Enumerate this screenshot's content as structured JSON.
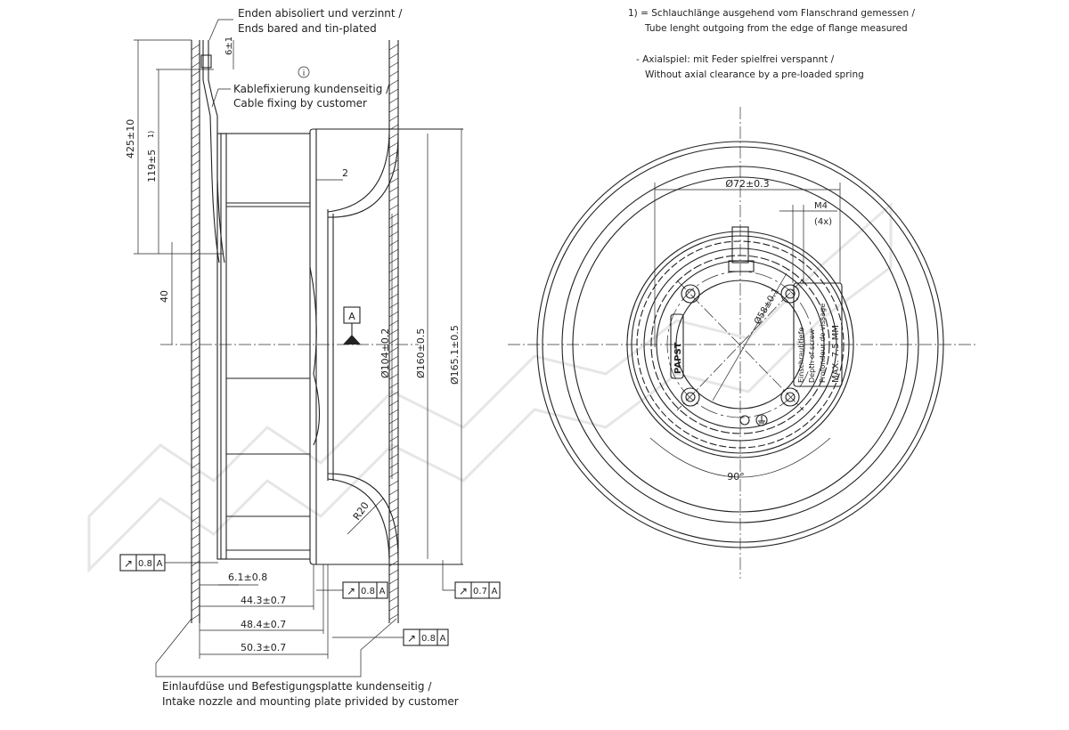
{
  "notes": {
    "cable_ends": [
      "Enden abisoliert und verzinnt /",
      "Ends bared and tin-plated"
    ],
    "info_symbol": "i",
    "cable_fixing": [
      "Kablefixierung kundenseitig /",
      "Cable fixing by customer"
    ],
    "footnote_1": [
      "1) = Schlauchlänge ausgehend vom Flanschrand gemessen /",
      "Tube lenght outgoing from the edge of flange measured"
    ],
    "axial_play": [
      "- Axialspiel: mit Feder spielfrei verspannt /",
      "Without axial clearance by a pre-loaded spring"
    ],
    "intake": [
      "Einlaufdüse und Befestigungsplatte kundenseitig /",
      "Intake nozzle and mounting plate privided by customer"
    ]
  },
  "dimensions": {
    "cable_total": "425±10",
    "tube_length": "119±5",
    "tube_note": "1)",
    "strip": "6±1",
    "offset_40": "40",
    "gap_2": "2",
    "dia_104": "Ø104±0.2",
    "dia_160": "Ø160±0.5",
    "dia_165": "Ø165.1±0.5",
    "radius": "R20",
    "d_6_1": "6.1±0.8",
    "d_44_3": "44.3±0.7",
    "d_48_4": "48.4±0.7",
    "d_50_3": "50.3±0.7",
    "dia_72": "Ø72±0.3",
    "dia_58": "Ø58±0.1",
    "thread": "M4",
    "thread_count": "(4x)",
    "angle": "90°"
  },
  "datum": "A",
  "tolerances": [
    {
      "symbol": "↗",
      "value": "0.8",
      "datum": "A"
    },
    {
      "symbol": "↗",
      "value": "0.8",
      "datum": "A"
    },
    {
      "symbol": "↗",
      "value": "0.7",
      "datum": "A"
    },
    {
      "symbol": "↗",
      "value": "0.8",
      "datum": "A"
    }
  ],
  "label_plate": {
    "brand": "PAPST",
    "lines": [
      "Einschraubtiefe",
      "Depth of screw",
      "Profondeur de vissage",
      "MAX. 7.5 MM"
    ]
  }
}
